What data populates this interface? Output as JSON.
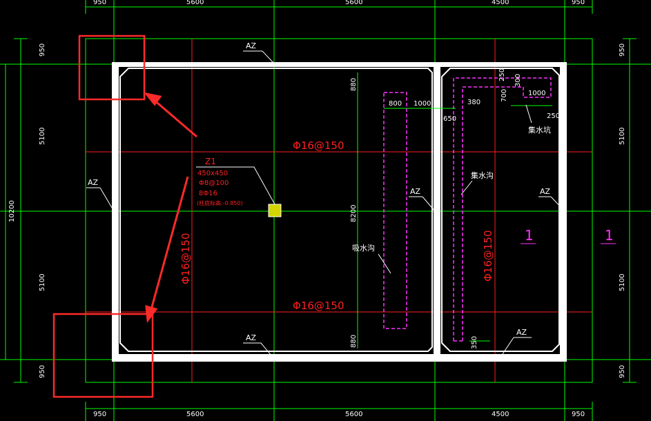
{
  "dimensions": {
    "top": [
      "950",
      "5600",
      "5600",
      "4500",
      "950"
    ],
    "bottom": [
      "950",
      "5600",
      "5600",
      "4500",
      "950"
    ],
    "left": [
      "950",
      "5100",
      "10200",
      "5100",
      "950"
    ],
    "right": [
      "950",
      "5100",
      "5100",
      "950"
    ],
    "inner": {
      "d880_top": "880",
      "d8200": "8200",
      "d880_bottom": "880",
      "d800": "800",
      "d1000_a": "1000",
      "d650": "650",
      "d380": "380",
      "d250_a": "250",
      "d300": "300",
      "d700": "700",
      "d1000_b": "1000",
      "d250_b": "250",
      "d350": "350"
    }
  },
  "labels": {
    "az": "AZ",
    "rebar_horizontal": "Φ16@150",
    "rebar_vertical_left": "Φ16@150",
    "rebar_vertical_right": "Φ16@150",
    "section_mark": "1",
    "suction_trench": "吸水沟",
    "collection_trench": "集水沟",
    "collection_pit": "集水坑",
    "column": {
      "name": "Z1",
      "size": "450x450",
      "stirrup": "Φ8@100",
      "main_bars": "8Φ16",
      "elevation": "(柱底标高:-0.850)"
    }
  },
  "colors": {
    "background": "#000000",
    "grid": "#00ff00",
    "wall": "#ffffff",
    "rebar": "#ff2020",
    "trench": "#ff33ff",
    "highlight": "#ff2a2a",
    "column": "#d4d400"
  }
}
